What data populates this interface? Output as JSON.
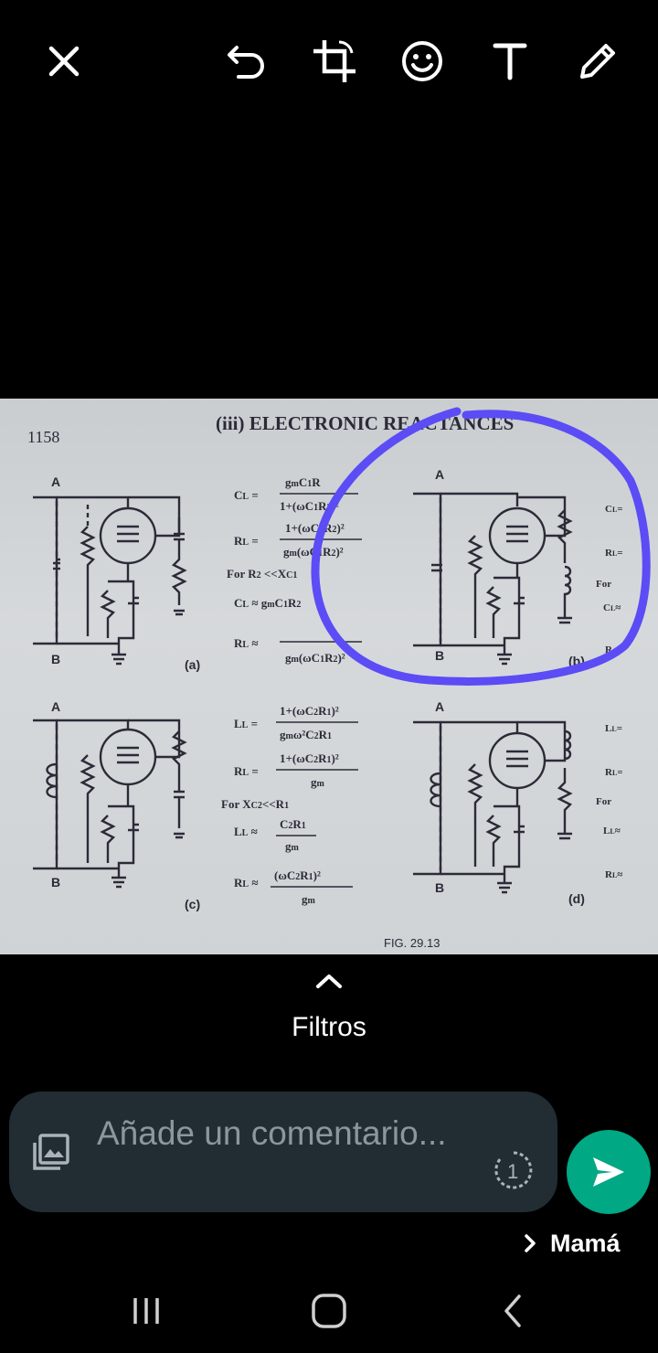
{
  "toolbar": {
    "icons": [
      "close-icon",
      "undo-icon",
      "crop-rotate-icon",
      "emoji-icon",
      "text-icon",
      "pencil-icon"
    ]
  },
  "photo": {
    "page_number": "1158",
    "heading": "(iii) ELECTRONIC REACTANCES",
    "figure_caption": "FIG. 29.13",
    "panel_labels": [
      "(a)",
      "(b)",
      "(c)",
      "(d)"
    ],
    "node_labels": [
      "A",
      "B"
    ],
    "eq_a": [
      "C_L = g_m C_1 R_2 / (1+(ωC_1R_2)^2)",
      "R_L = 1+(ωC_1R_2)^2 / g_m(ωC_1R_2)^2",
      "For R_2 << X_C1",
      "C_L ≈ g_m C_1 R_2",
      "R_L ≈ 1 / g_m(ωC_1R_2)^2"
    ],
    "eq_c": [
      "L_L = 1+(ωC_2R_1)^2 / g_m ω^2 C_2 R_1",
      "R_L = 1+(ωC_2R_1)^2 / g_m",
      "For X_C2 << R_1",
      "L_L ≈ C_2R_1 / g_m",
      "R_L ≈ (ωC_2R_1)^2 / g_m"
    ],
    "annotation_color": "#5b4cf5"
  },
  "filters": {
    "label": "Filtros"
  },
  "comment": {
    "placeholder": "Añade un comentario...",
    "timer_label": "1"
  },
  "send": {
    "icon": "send-icon",
    "color": "#00a884"
  },
  "recipient": {
    "name": "Mamá"
  },
  "navbar": {
    "icons": [
      "recent-apps-icon",
      "home-icon",
      "back-icon"
    ]
  }
}
